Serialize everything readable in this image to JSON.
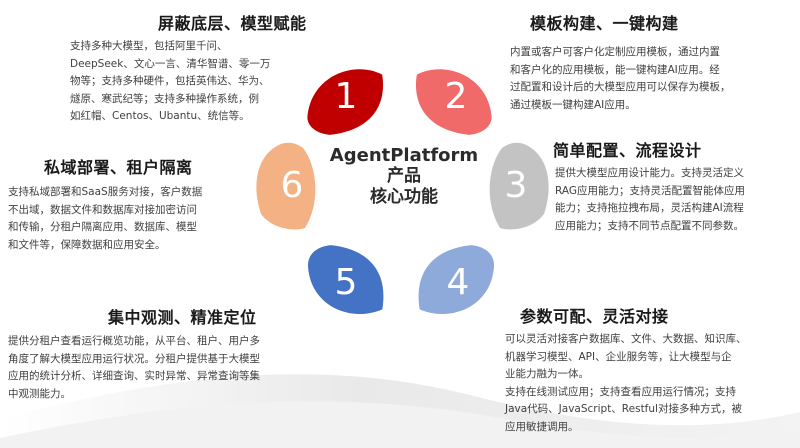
{
  "center": {
    "line1": "AgentPlatform",
    "line2": "产品",
    "line3": "核心功能"
  },
  "petals": [
    {
      "number": "1",
      "color": "#c00000"
    },
    {
      "number": "2",
      "color": "#f06a6a"
    },
    {
      "number": "3",
      "color": "#c3c3c3"
    },
    {
      "number": "4",
      "color": "#8eaadb"
    },
    {
      "number": "5",
      "color": "#4472c4"
    },
    {
      "number": "6",
      "color": "#f4b183"
    }
  ],
  "features": [
    {
      "title": "屏蔽底层、模型赋能",
      "lines": [
        "支持多种大模型，包括阿里千问、",
        "DeepSeek、文心一言、清华智谱、零一万",
        "物等；支持多种硬件，包括英伟达、华为、",
        "燧原、寒武纪等；支持多种操作系统，例",
        "如红帽、Centos、Ubantu、统信等。"
      ]
    },
    {
      "title": "模板构建、一键构建",
      "lines": [
        "内置或客户可客户化定制应用模板，通过内置",
        "和客户化的应用模板，能一键构建AI应用。经",
        "过配置和设计后的大模型应用可以保存为模板，",
        "通过模板一键构建AI应用。"
      ]
    },
    {
      "title": "简单配置、流程设计",
      "lines": [
        "提供大模型应用设计能力。支持灵活定义",
        "RAG应用能力；支持灵活配置智能体应用",
        "能力；支持拖拉拽布局，灵活构建AI流程",
        "应用能力；支持不同节点配置不同参数。"
      ]
    },
    {
      "title": "参数可配、灵活对接",
      "lines": [
        "可以灵活对接客户数据库、文件、大数据、知识库、",
        "机器学习模型、API、企业服务等，让大模型与企",
        "业能力融为一体。",
        "支持在线测试应用；支持查看应用运行情况；支持",
        "Java代码、JavaScript、Restful对接多种方式，被",
        "应用敏捷调用。"
      ]
    },
    {
      "title": "集中观测、精准定位",
      "lines": [
        "提供分租户查看运行概览功能，从平台、租户、用户多",
        "角度了解大模型应用运行状况。分租户提供基于大模型",
        "应用的统计分析、详细查询、实时异常、异常查询等集",
        "中观测能力。"
      ]
    },
    {
      "title": "私域部署、租户隔离",
      "lines": [
        "支持私域部署和SaaS服务对接，客户数据",
        "不出域，数据文件和数据库对接加密访问",
        "和传输，分租户隔离应用、数据库、模型",
        "和文件等，保障数据和应用安全。"
      ]
    }
  ]
}
